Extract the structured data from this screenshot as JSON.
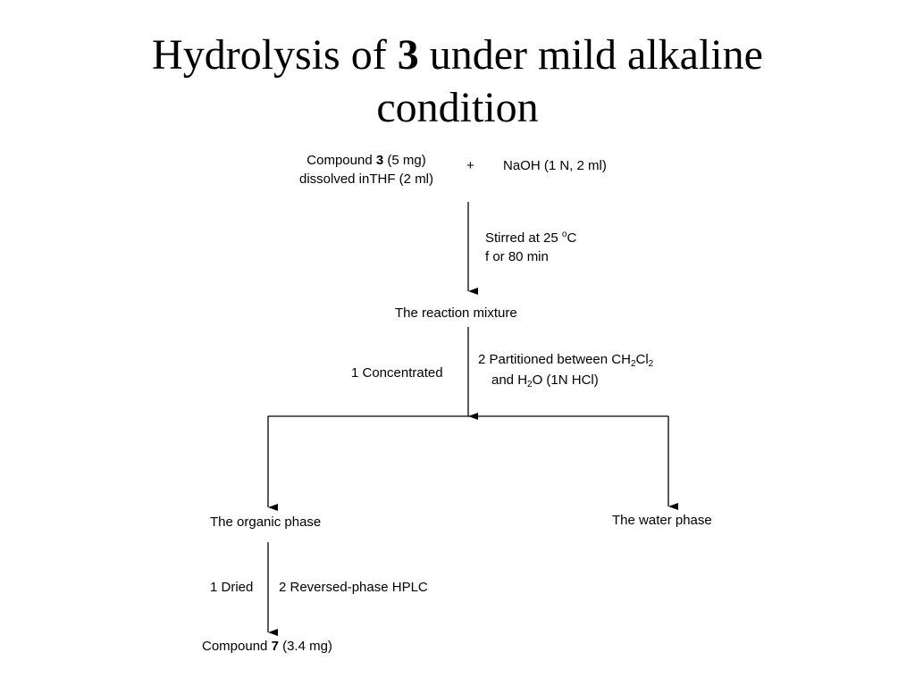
{
  "title": {
    "line1_pre": "Hydrolysis of ",
    "line1_bold": "3",
    "line1_post": " under mild alkaline",
    "line2": "condition"
  },
  "start": {
    "compound_pre": "Compound ",
    "compound_bold": "3",
    "compound_post": " (5 mg)",
    "solvent": "dissolved inTHF (2 ml)",
    "plus": "+",
    "reagent": "NaOH (1 N, 2 ml)"
  },
  "step1": {
    "line1_pre": "Stirred at 25 ",
    "degree": "o",
    "unit": "C",
    "line2": "f or  80 min"
  },
  "mixture": "The reaction mixture",
  "step2": {
    "concentrated": "1 Concentrated",
    "partition_pre": "2 Partitioned between CH",
    "sub1": "2",
    "partition_mid": "Cl",
    "sub2": "2",
    "and_pre": "and H",
    "sub3": "2",
    "and_post": "O (1N HCl)"
  },
  "organic_phase": "The organic phase",
  "water_phase": "The water phase",
  "step3": {
    "dried": "1 Dried",
    "hplc": "2 Reversed-phase HPLC"
  },
  "product": {
    "pre": "Compound ",
    "bold": "7",
    "post": " (3.4 mg)"
  }
}
